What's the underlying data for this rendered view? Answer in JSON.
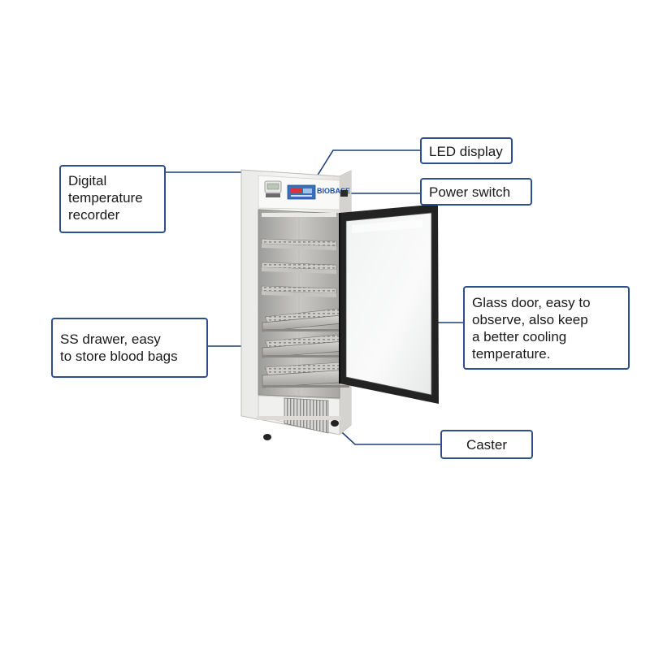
{
  "brand": "BIOBASE",
  "colors": {
    "callout_border": "#2e4f8c",
    "leader_line": "#1f3f7a",
    "cabinet_body": "#f4f4f2",
    "door_frame": "#2b2b2b"
  },
  "callouts": {
    "recorder": "Digital\ntemperature\nrecorder",
    "led": "LED display",
    "power": "Power switch",
    "glass_door": "Glass door, easy to\nobserve, also keep\na better cooling\ntemperature.",
    "drawer": "SS drawer, easy\nto store blood bags",
    "caster": "Caster"
  }
}
